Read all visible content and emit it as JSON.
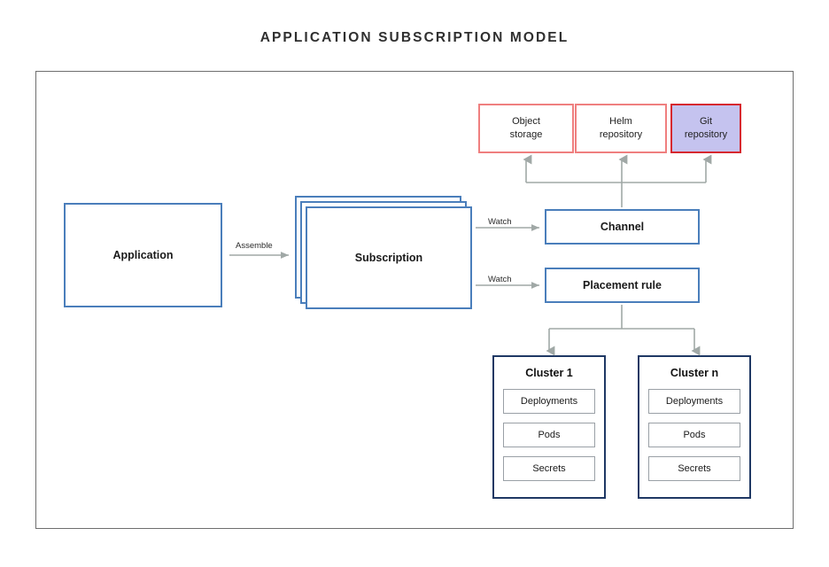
{
  "title": "APPLICATION SUBSCRIPTION MODEL",
  "colors": {
    "frame_border": "#6e6e6e",
    "blue_border": "#4a7ebb",
    "repo_border": "#ef7f7f",
    "highlight_border": "#d6282f",
    "highlight_fill": "#c5c3ef",
    "cluster_border": "#1f3864",
    "cluster_item_border": "#9aa0a6",
    "connector": "#a0a8a6",
    "title_text": "#2f2f2f"
  },
  "nodes": {
    "application": {
      "label": "Application"
    },
    "subscription": {
      "label": "Subscription"
    },
    "channel": {
      "label": "Channel"
    },
    "placement_rule": {
      "label": "Placement rule"
    }
  },
  "repositories": [
    {
      "id": "object-storage",
      "line1": "Object",
      "line2": "storage",
      "highlighted": false
    },
    {
      "id": "helm-repository",
      "line1": "Helm",
      "line2": "repository",
      "highlighted": false
    },
    {
      "id": "git-repository",
      "line1": "Git",
      "line2": "repository",
      "highlighted": true
    }
  ],
  "clusters": [
    {
      "id": "cluster-1",
      "title": "Cluster 1",
      "items": [
        "Deployments",
        "Pods",
        "Secrets"
      ]
    },
    {
      "id": "cluster-n",
      "title": "Cluster n",
      "items": [
        "Deployments",
        "Pods",
        "Secrets"
      ]
    }
  ],
  "edge_labels": {
    "assemble": "Assemble",
    "watch_channel": "Watch",
    "watch_placement": "Watch"
  }
}
